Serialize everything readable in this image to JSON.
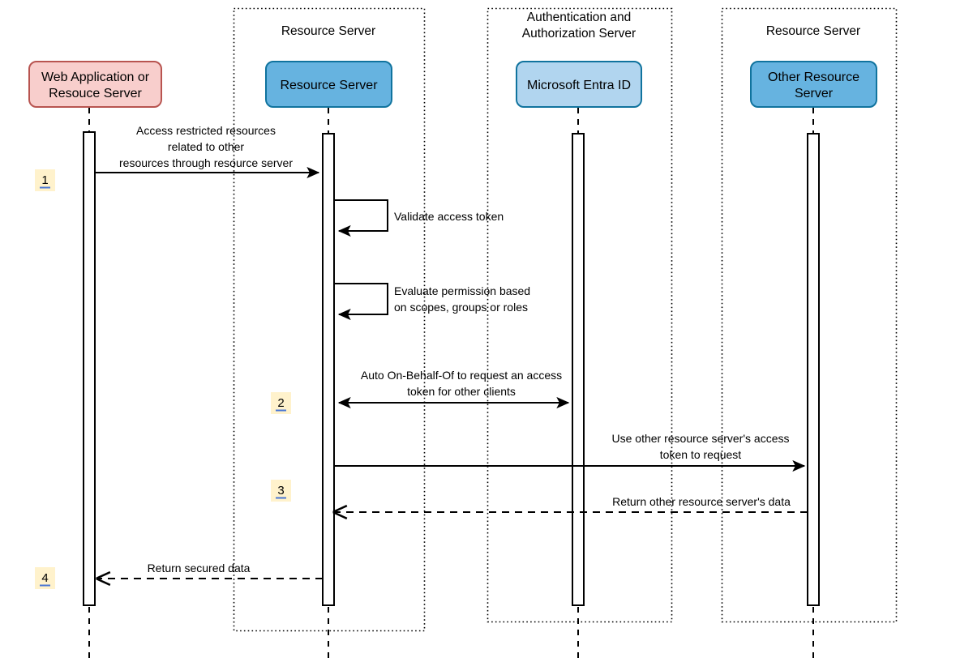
{
  "diagram": {
    "title": "OAuth On-Behalf-Of resource server sequence",
    "type": "sequence-diagram",
    "colors": {
      "client_fill": "#f8cecc",
      "client_stroke": "#b85450",
      "resource_fill": "#66b3e0",
      "resource_stroke": "#10739e",
      "entra_fill": "#b1d5ef",
      "entra_stroke": "#10739e",
      "badge_fill": "#fff2cc",
      "badge_underline": "#4a77d4",
      "line": "#000000"
    },
    "groups": [
      {
        "id": "grp-resource-server",
        "label": "Resource Server"
      },
      {
        "id": "grp-auth-server",
        "label": "Authentication and\nAuthorization Server",
        "line1": "Authentication and",
        "line2": "Authorization Server"
      },
      {
        "id": "grp-other-resource-server",
        "label": "Resource Server"
      }
    ],
    "participants": [
      {
        "id": "web-application",
        "line1": "Web Application or",
        "line2": "Resouce Server",
        "fill": "#f8cecc",
        "stroke": "#b85450"
      },
      {
        "id": "resource-server",
        "line1": "Resource Server",
        "line2": "",
        "fill": "#66b3e0",
        "stroke": "#10739e"
      },
      {
        "id": "microsoft-entra-id",
        "line1": "Microsoft Entra ID",
        "line2": "",
        "fill": "#b1d5ef",
        "stroke": "#10739e"
      },
      {
        "id": "other-resource-server",
        "line1": "Other Resource",
        "line2": "Server",
        "fill": "#66b3e0",
        "stroke": "#10739e"
      }
    ],
    "steps": [
      {
        "number": "1"
      },
      {
        "number": "2"
      },
      {
        "number": "3"
      },
      {
        "number": "4"
      }
    ],
    "messages": [
      {
        "id": "msg-access-restricted",
        "kind": "call",
        "from": "web-application",
        "to": "resource-server",
        "line1": "Access restricted resources",
        "line2": "related to other",
        "line3": "resources through resource server"
      },
      {
        "id": "msg-validate-access-token",
        "kind": "self",
        "from": "resource-server",
        "to": "resource-server",
        "line1": "Validate access token",
        "line2": "",
        "line3": ""
      },
      {
        "id": "msg-evaluate-permission",
        "kind": "self",
        "from": "resource-server",
        "to": "resource-server",
        "line1": "Evaluate permission based",
        "line2": "on scopes, groups or roles",
        "line3": ""
      },
      {
        "id": "msg-auto-on-behalf-of",
        "kind": "bidirectional",
        "from": "resource-server",
        "to": "microsoft-entra-id",
        "line1": "Auto On-Behalf-Of to request an access",
        "line2": "token for other clients",
        "line3": ""
      },
      {
        "id": "msg-use-other-token",
        "kind": "call",
        "from": "resource-server",
        "to": "other-resource-server",
        "line1": "Use other resource server's access",
        "line2": "token to request",
        "line3": ""
      },
      {
        "id": "msg-return-other-data",
        "kind": "return",
        "from": "other-resource-server",
        "to": "resource-server",
        "line1": "Return other resource server's data",
        "line2": "",
        "line3": ""
      },
      {
        "id": "msg-return-secured-data",
        "kind": "return",
        "from": "resource-server",
        "to": "web-application",
        "line1": "Return secured data",
        "line2": "",
        "line3": ""
      }
    ]
  }
}
